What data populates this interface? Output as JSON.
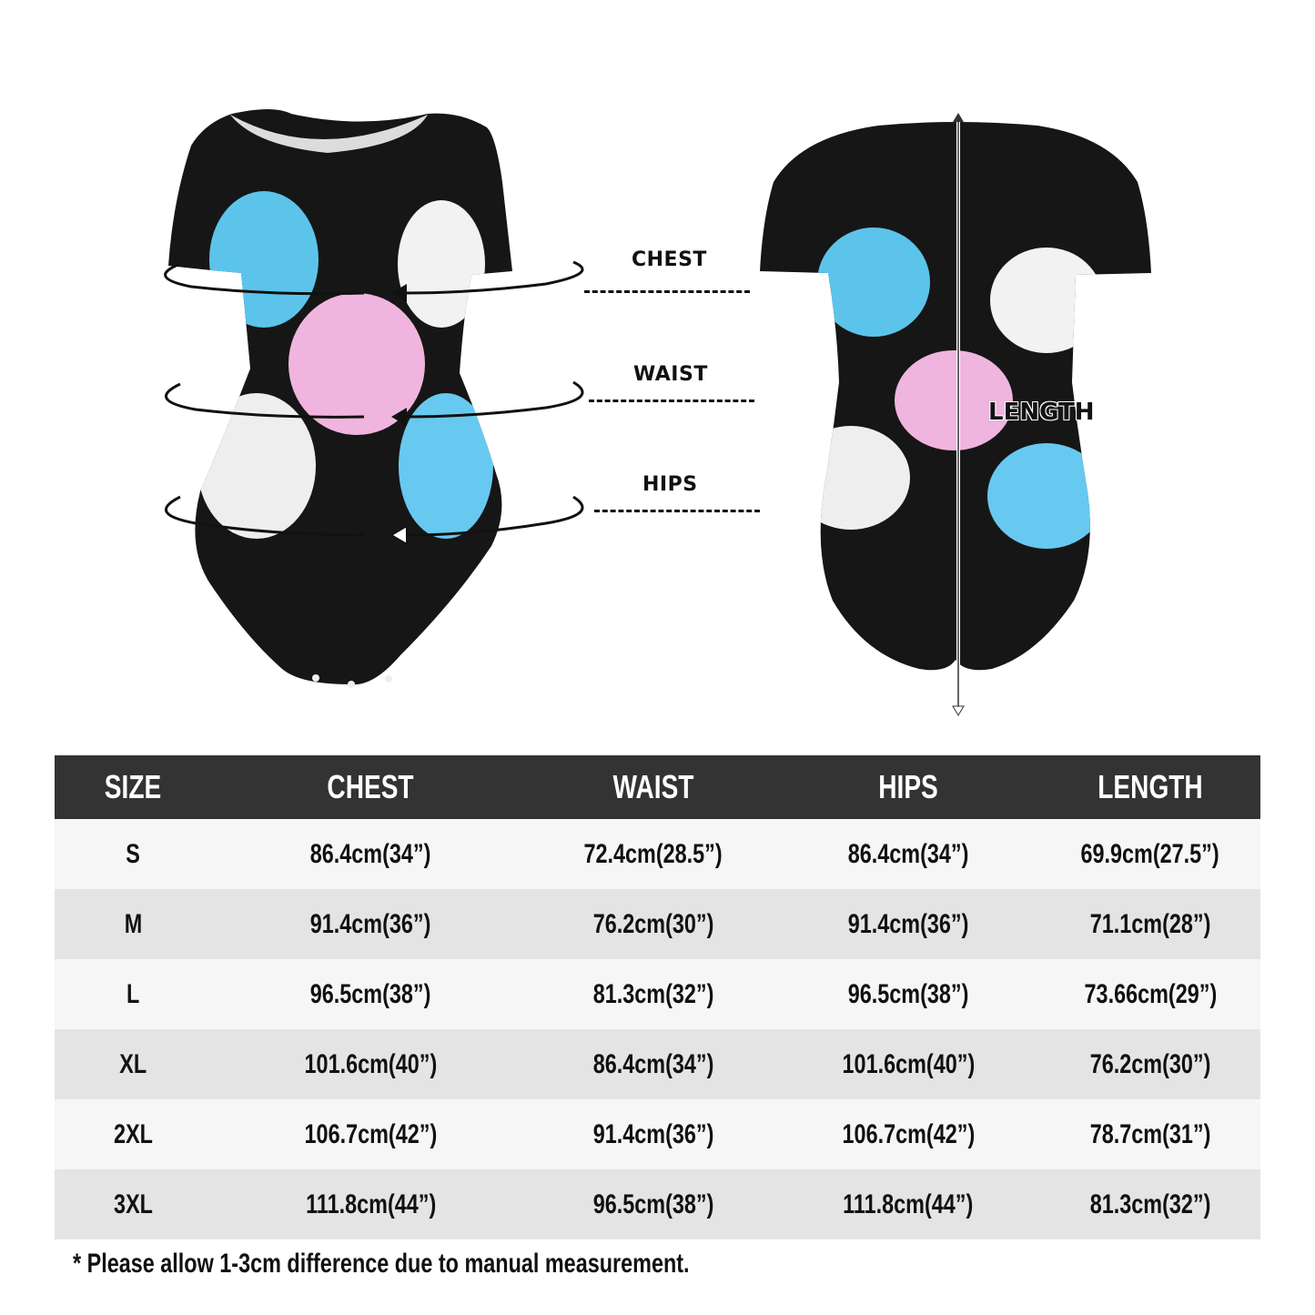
{
  "diagram": {
    "front_labels": {
      "chest": "CHEST",
      "waist": "WAIST",
      "hips": "HIPS"
    },
    "back_label": "LENGTH",
    "colors": {
      "garment": "#161616",
      "blue_dot": "#5cc4ea",
      "white_dot": "#f2f2f2",
      "pink_dot": "#efb5de"
    }
  },
  "size_table": {
    "headers": [
      "SIZE",
      "CHEST",
      "WAIST",
      "HIPS",
      "LENGTH"
    ],
    "rows": [
      {
        "size": "S",
        "chest": "86.4cm(34”)",
        "waist": "72.4cm(28.5”)",
        "hips": "86.4cm(34”)",
        "length": "69.9cm(27.5”)"
      },
      {
        "size": "M",
        "chest": "91.4cm(36”)",
        "waist": "76.2cm(30”)",
        "hips": "91.4cm(36”)",
        "length": "71.1cm(28”)"
      },
      {
        "size": "L",
        "chest": "96.5cm(38”)",
        "waist": "81.3cm(32”)",
        "hips": "96.5cm(38”)",
        "length": "73.66cm(29”)"
      },
      {
        "size": "XL",
        "chest": "101.6cm(40”)",
        "waist": "86.4cm(34”)",
        "hips": "101.6cm(40”)",
        "length": "76.2cm(30”)"
      },
      {
        "size": "2XL",
        "chest": "106.7cm(42”)",
        "waist": "91.4cm(36”)",
        "hips": "106.7cm(42”)",
        "length": "78.7cm(31”)"
      },
      {
        "size": "3XL",
        "chest": "111.8cm(44”)",
        "waist": "96.5cm(38”)",
        "hips": "111.8cm(44”)",
        "length": "81.3cm(32”)"
      }
    ],
    "colors": {
      "header_bg": "#333333",
      "header_text": "#ffffff",
      "row_odd_bg": "#f6f6f6",
      "row_even_bg": "#e4e4e4"
    }
  },
  "footnote": "* Please allow 1-3cm difference due to manual measurement."
}
